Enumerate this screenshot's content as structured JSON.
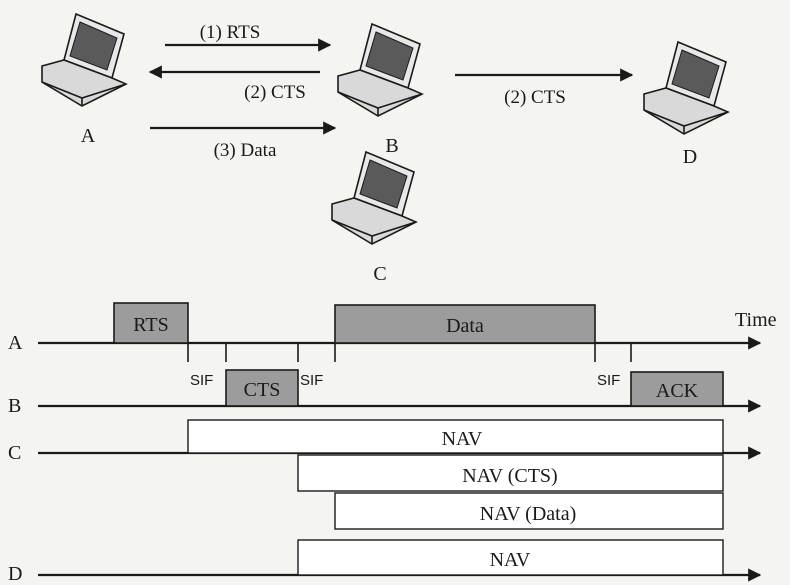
{
  "nodes": {
    "a": "A",
    "b": "B",
    "c": "C",
    "d": "D"
  },
  "messages": {
    "rts": "(1) RTS",
    "cts_to_a": "(2) CTS",
    "cts_to_d": "(2) CTS",
    "data": "(3) Data"
  },
  "timeline": {
    "axis_label": "Time",
    "rows": {
      "a": "A",
      "b": "B",
      "c": "C",
      "d": "D"
    },
    "frames": {
      "rts": "RTS",
      "cts": "CTS",
      "data": "Data",
      "ack": "ACK"
    },
    "sif": [
      "SIF",
      "SIF",
      "SIF"
    ],
    "nav": {
      "c_nav": "NAV",
      "c_nav_cts": "NAV (CTS)",
      "c_nav_data": "NAV (Data)",
      "d_nav": "NAV"
    }
  }
}
